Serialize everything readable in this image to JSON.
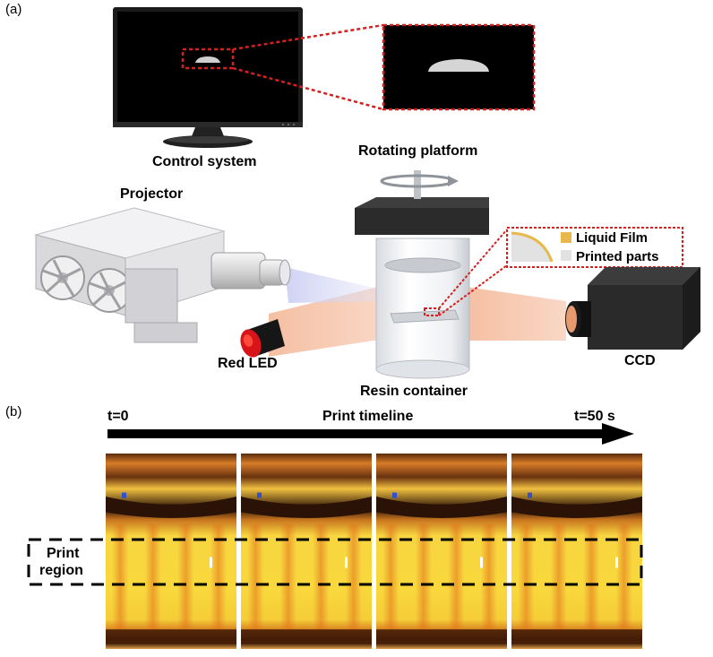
{
  "panels": {
    "a": "(a)",
    "b": "(b)"
  },
  "labels": {
    "control_system": "Control system",
    "rotating_platform": "Rotating platform",
    "projector": "Projector",
    "red_led": "Red  LED",
    "resin_container": "Resin container",
    "ccd": "CCD"
  },
  "legend": {
    "liquid_film": "Liquid Film",
    "printed_parts": "Printed parts"
  },
  "timeline": {
    "start": "t=0",
    "title": "Print timeline",
    "end": "t=50 s"
  },
  "print_region": {
    "line1": "Print",
    "line2": "region"
  },
  "frames_count": 4,
  "colors": {
    "zoom_box": "#d42020",
    "liquid_film": "#e8b84a",
    "printed_parts": "#e2e2e2",
    "light_beam": "#f2b48f",
    "frame_yellow": "#f6d23a",
    "frame_orange": "#e2701c",
    "frame_dark": "#3a1a08"
  }
}
